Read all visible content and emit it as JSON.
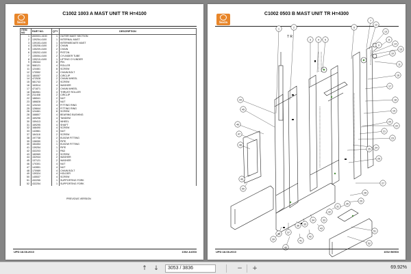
{
  "left_page": {
    "title": "C1002 1003 A  MAST UNIT TR H=4100",
    "logo_text": "Socia",
    "table_headers": {
      "item": "ITEM NO",
      "part": "PART NO.",
      "qty": "QTY",
      "desc": "DESCRIPTION"
    },
    "rows": [
      [
        "1",
        "A92001-4100",
        "1",
        "OUTER MAST SECTION"
      ],
      [
        "2",
        "139254-4100",
        "1",
        "INTERNAL MAST"
      ],
      [
        "3",
        "139153-4100",
        "1",
        "INTERMEDIATE MAST"
      ],
      [
        "4",
        "135208-4100",
        "2",
        "CHAIN"
      ],
      [
        "5",
        "135209-4100",
        "2",
        "CHAIN"
      ],
      [
        "6",
        "135202-4100",
        "2",
        "PISTON"
      ],
      [
        "7",
        "135054-4100",
        "2",
        "CYLINDER TUBE"
      ],
      [
        "8",
        "139210-4100",
        "1",
        "LIFTING CYLINDER"
      ],
      [
        "9",
        "196344",
        "8",
        "PIN"
      ],
      [
        "10",
        "568121",
        "4",
        "ROLLER"
      ],
      [
        "11",
        "124461",
        "8",
        "SCREW"
      ],
      [
        "12",
        "170552",
        "4",
        "CHAIN BOLT"
      ],
      [
        "13",
        "180057",
        "2",
        "CIRCLIP"
      ],
      [
        "14",
        "472528",
        "2",
        "CHAIN WHEEL"
      ],
      [
        "15",
        "581743",
        "2",
        "SCREW"
      ],
      [
        "16",
        "163514",
        "4",
        "WASHER"
      ],
      [
        "17",
        "471871",
        "2",
        "CHAIN WHEEL"
      ],
      [
        "18",
        "584961",
        "4",
        "THRUST ROLLER"
      ],
      [
        "19",
        "211408",
        "2",
        "CIRCLIP"
      ],
      [
        "22",
        "186541",
        "2",
        "NUT"
      ],
      [
        "23",
        "186828",
        "2",
        "NUT"
      ],
      [
        "24",
        "120243",
        "4",
        "FITTING RING"
      ],
      [
        "25",
        "126844",
        "4",
        "FITTING RING"
      ],
      [
        "26",
        "124461",
        "8",
        "SCREW"
      ],
      [
        "28",
        "168807",
        "4",
        "BEARING BUSHING"
      ],
      [
        "29",
        "169296",
        "4",
        "TANDEM"
      ],
      [
        "30",
        "159413",
        "4",
        "WHEEL"
      ],
      [
        "31",
        "169295",
        "4",
        "SHAFT"
      ],
      [
        "32",
        "168490",
        "4",
        "SCREW"
      ],
      [
        "33",
        "142861",
        "4",
        "NUT"
      ],
      [
        "37",
        "184118",
        "2",
        "SCREW"
      ],
      [
        "38",
        "197738",
        "2",
        "ELBOW FITTING"
      ],
      [
        "39",
        "136050",
        "1",
        "PIPE"
      ],
      [
        "40",
        "184454",
        "1",
        "ELBOW FITTING"
      ],
      [
        "41",
        "139254",
        "1",
        "PIPE"
      ],
      [
        "42",
        "432203",
        "1",
        "PAD"
      ],
      [
        "43",
        "180969",
        "2",
        "SCREW"
      ],
      [
        "44",
        "152944",
        "2",
        "WASHER"
      ],
      [
        "45",
        "137121",
        "2",
        "WASHER"
      ],
      [
        "46",
        "170301",
        "4",
        "NUT"
      ],
      [
        "47",
        "142851",
        "4",
        "NUT"
      ],
      [
        "48",
        "170989",
        "4",
        "CHAIN BOLT"
      ],
      [
        "49",
        "139324",
        "4",
        "HOLDER"
      ],
      [
        "50",
        "145537",
        "4",
        "SCREW"
      ],
      [
        "51",
        "432255",
        "1",
        "SUPPORTING FORK"
      ],
      [
        "52",
        "432254",
        "1",
        "SUPPORTING FORK"
      ]
    ],
    "note": "PREVIOUS VERSION",
    "footer_left": "UPD:18.08.2010",
    "footer_right": "1002 A1003"
  },
  "right_page": {
    "title": "C1002 0503 B  MAST UNIT TR H=4300",
    "logo_text": "Socia",
    "tr_label": "T R",
    "callouts": [
      "1",
      "2",
      "3",
      "4",
      "5",
      "6",
      "7",
      "8",
      "9",
      "10",
      "11",
      "12",
      "13",
      "14",
      "15",
      "16",
      "17",
      "18",
      "19",
      "20",
      "21",
      "22",
      "23",
      "24",
      "25",
      "26",
      "27",
      "28",
      "29",
      "30",
      "31",
      "32",
      "33",
      "34",
      "35",
      "36",
      "37",
      "38",
      "39",
      "40",
      "41",
      "42",
      "43",
      "44",
      "45",
      "46",
      "47",
      "48",
      "49",
      "50",
      "51",
      "52"
    ],
    "footer_left": "UPD:18.08.2010",
    "footer_right": "1002 B0503"
  },
  "toolbar": {
    "prev_icon": "up-arrow-icon",
    "next_icon": "down-arrow-icon",
    "page_indicator": "3053 / 3836",
    "zoom_out_icon": "minus-icon",
    "zoom_in_icon": "plus-icon",
    "zoom_level": "69.92%"
  },
  "colors": {
    "logo": "#e8862a",
    "viewer_bg": "#858585",
    "toolbar_bg": "#e9e9e9"
  }
}
